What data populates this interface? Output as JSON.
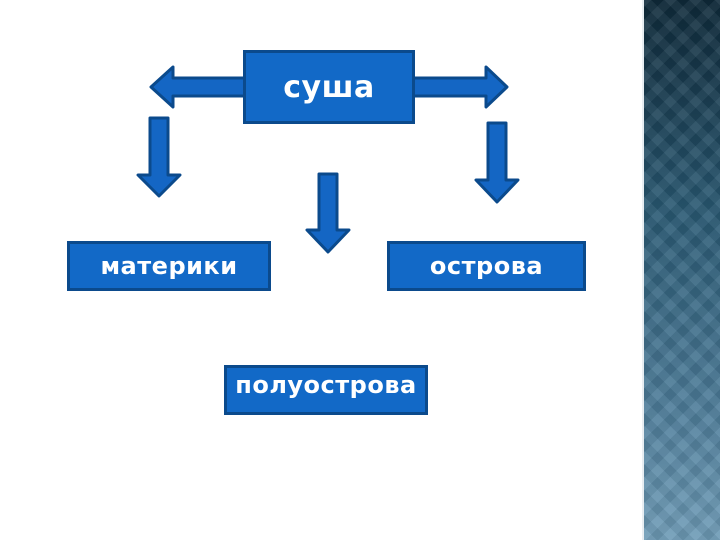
{
  "diagram": {
    "root": "суша",
    "children": [
      "материки",
      "острова",
      "полуострова"
    ]
  },
  "colors": {
    "box_fill": "#1269c7",
    "box_border": "#0b4a8c",
    "arrow_fill": "#1466c4",
    "arrow_stroke": "#0b4a8c"
  }
}
